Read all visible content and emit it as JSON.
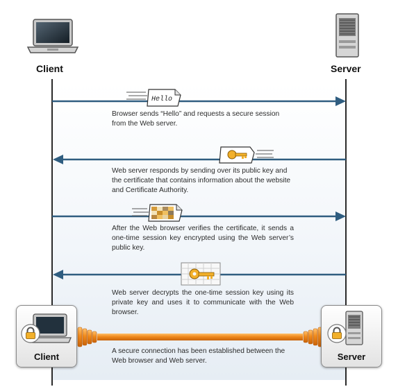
{
  "actors": {
    "client_label": "Client",
    "server_label": "Server"
  },
  "messages": [
    {
      "direction": "to-server",
      "token": "Hello",
      "text": "Browser sends “Hello” and requests a secure session from the Web server."
    },
    {
      "direction": "to-client",
      "token": "key",
      "text": "Web server responds by sending over its public key and the certificate that contains information about the website and Certificate Authority."
    },
    {
      "direction": "to-server",
      "token": "encrypted-key",
      "text": "After the Web browser verifies the certificate, it sends a one-time session key encrypted using the Web server’s public key."
    },
    {
      "direction": "to-client",
      "token": "decrypted-key",
      "text": "Web server decrypts the one-time session key using its private key and uses it to communicate with the Web browser."
    }
  ],
  "final": {
    "client_label": "Client",
    "server_label": "Server",
    "text": "A secure connection has been established between the Web browser and Web server."
  },
  "colors": {
    "arrow": "#2f5d80",
    "tube": "#f08a1c",
    "key": "#f2b02a"
  }
}
